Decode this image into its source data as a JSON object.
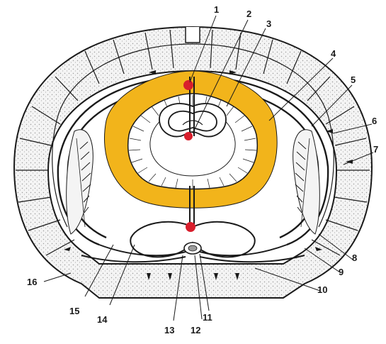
{
  "diagram": {
    "labels": [
      "1",
      "2",
      "3",
      "4",
      "5",
      "6",
      "7",
      "8",
      "9",
      "10",
      "11",
      "12",
      "13",
      "14",
      "15",
      "16"
    ],
    "colors": {
      "highlight_ring": "#f2b41b",
      "node": "#d81e2c",
      "stroke": "#1a1a1a",
      "stipple": "#dcdcdc"
    },
    "node_count": 3
  }
}
